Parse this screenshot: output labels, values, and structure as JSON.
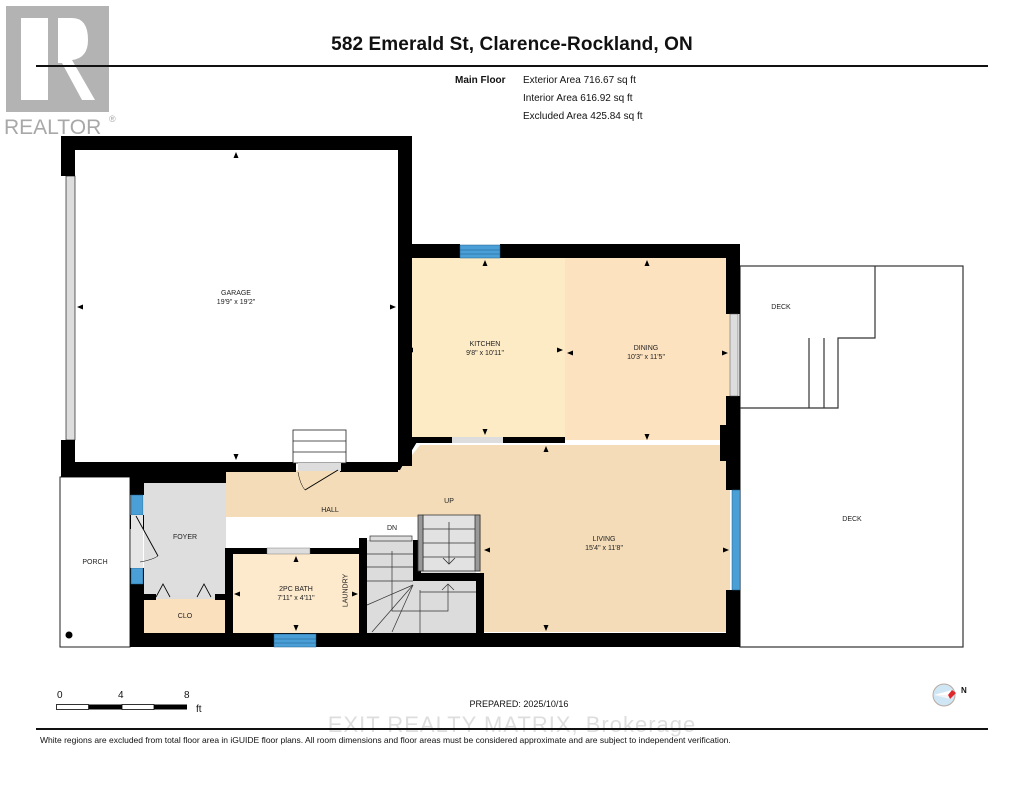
{
  "logo": {
    "text": "REALTOR",
    "mark": "®"
  },
  "header": {
    "title": "582 Emerald St, Clarence-Rockland, ON"
  },
  "areas": {
    "floor_label": "Main Floor",
    "exterior": "Exterior Area 716.67 sq ft",
    "interior": "Interior Area 616.92 sq ft",
    "excluded": "Excluded Area 425.84 sq ft"
  },
  "rooms": {
    "garage": {
      "name": "GARAGE",
      "dims": "19'9\" x 19'2\""
    },
    "kitchen": {
      "name": "KITCHEN",
      "dims": "9'8\" x 10'11\""
    },
    "dining": {
      "name": "DINING",
      "dims": "10'3\" x 11'5\""
    },
    "living": {
      "name": "LIVING",
      "dims": "15'4\" x 11'8\""
    },
    "hall": {
      "name": "HALL"
    },
    "foyer": {
      "name": "FOYER"
    },
    "porch": {
      "name": "PORCH"
    },
    "closet": {
      "name": "CLO"
    },
    "bath": {
      "name": "2PC BATH",
      "dims": "7'11\" x 4'11\""
    },
    "laundry": {
      "name": "LAUNDRY"
    },
    "stairs_up": {
      "name": "UP"
    },
    "stairs_down": {
      "name": "DN"
    },
    "deck_upper": {
      "name": "DECK"
    },
    "deck_lower": {
      "name": "DECK"
    }
  },
  "colors": {
    "kitchen": "#fdebc6",
    "dining": "#fde2c0",
    "living": "#f3dcb7",
    "hall": "#f0dab6",
    "bath": "#fde9cc",
    "closet": "#fbe0bd",
    "foyer": "#dedede",
    "window": "#4a9fd6",
    "wall": "#000000"
  },
  "scale_bar": {
    "ticks": [
      "0",
      "4",
      "8"
    ],
    "unit": "ft"
  },
  "footer": {
    "prepared": "PREPARED: 2025/10/16",
    "watermark": "EXIT REALTY MATRIX, Brokerage",
    "disclaimer": "White regions are excluded from total floor area in iGUIDE floor plans. All room dimensions and floor areas must be considered approximate and are subject to independent verification."
  },
  "compass": {
    "label": "N"
  }
}
